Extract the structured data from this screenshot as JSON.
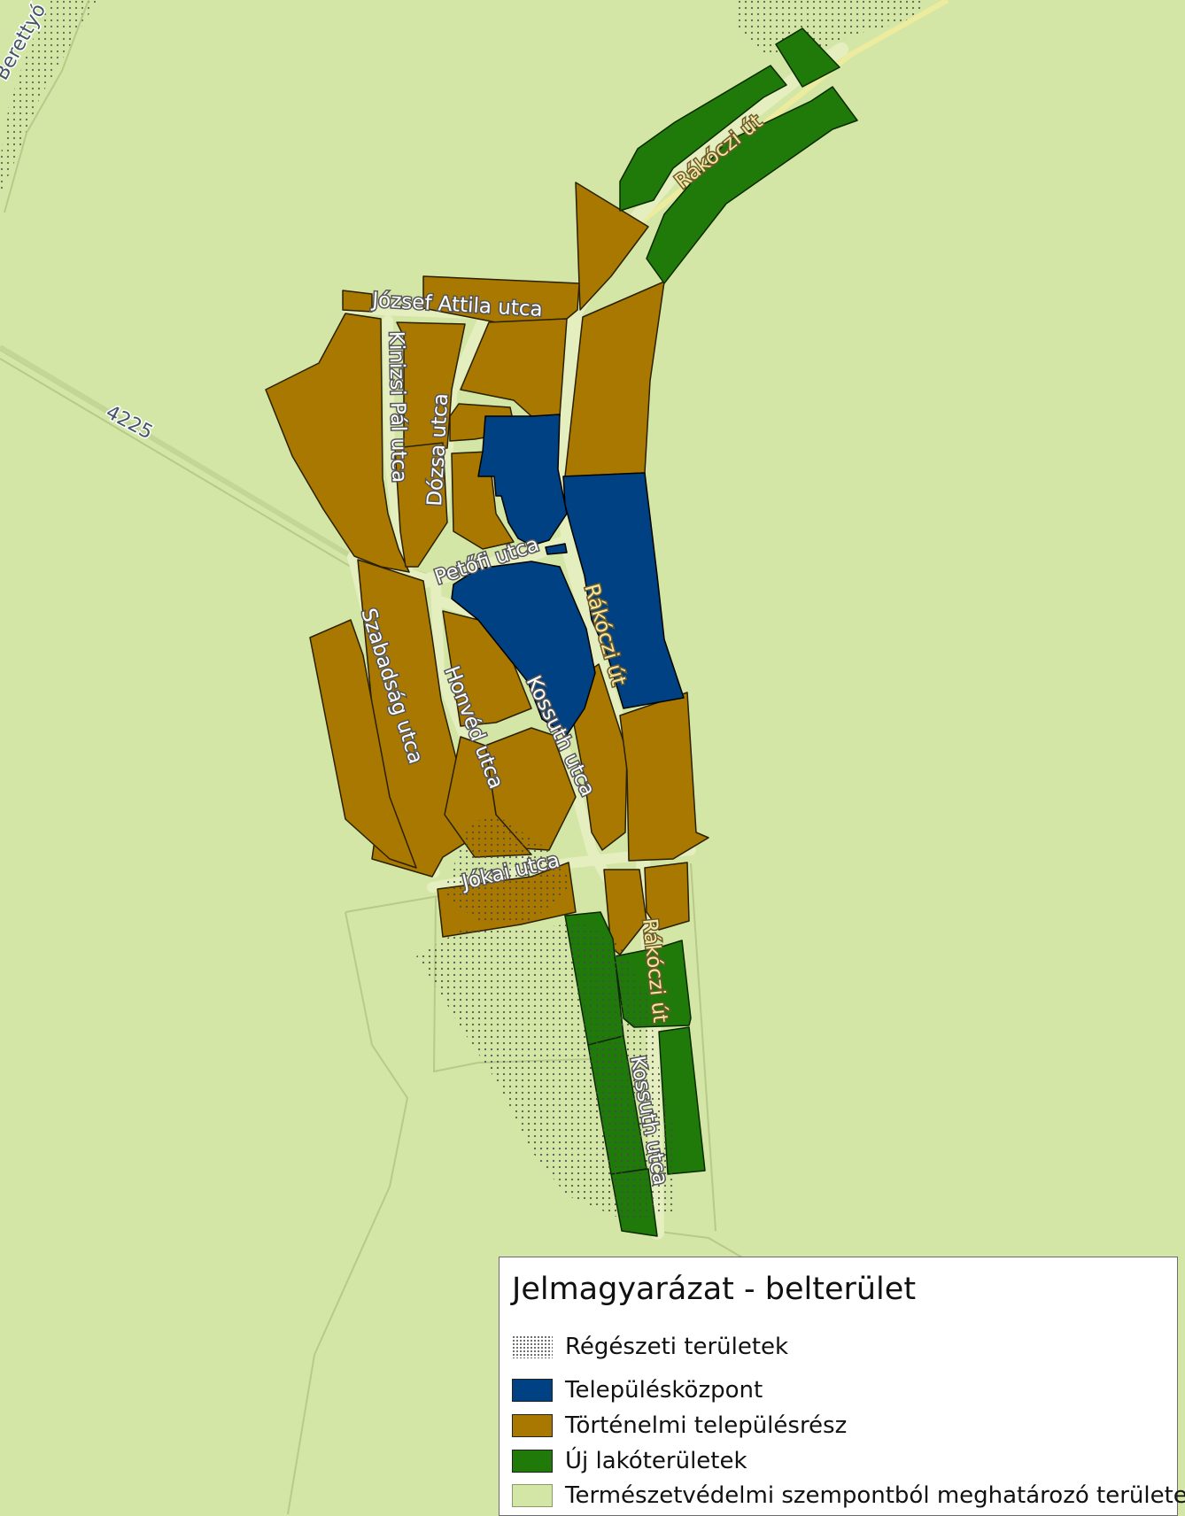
{
  "map": {
    "road_number": "4225",
    "river_label": "Berettyó",
    "streets": {
      "jozsef_attila": "József Attila utca",
      "kinizsi": "Kinizsi Pál utca",
      "dozsa": "Dózsa utca",
      "petofi": "Petőfi utca",
      "szabadsag": "Szabadság utca",
      "honved": "Honvéd utca",
      "kossuth_north": "Kossuth utca",
      "kossuth_south": "Kossuth utca",
      "jokai": "Jókai utca",
      "rakoczi_north": "Rákóczi út",
      "rakoczi_center": "Rákóczi út",
      "rakoczi_south": "Rákóczi út"
    },
    "colors": {
      "background": "#d4e6a5",
      "center": "#004183",
      "historic": "#a87800",
      "new_residential": "#1f7a0a",
      "road_fill": "#e4eebf"
    }
  },
  "legend": {
    "title": "Jelmagyarázat - belterület",
    "items": [
      {
        "label": "Régészeti területek",
        "swatch": "dots"
      },
      {
        "label": "Településközpont",
        "swatch": "#004183"
      },
      {
        "label": "Történelmi településrész",
        "swatch": "#a87800"
      },
      {
        "label": "Új lakóterületek",
        "swatch": "#1f7a0a"
      },
      {
        "label": "Természetvédelmi szempontból meghatározó területek",
        "swatch": "#d4e6a5"
      }
    ]
  }
}
